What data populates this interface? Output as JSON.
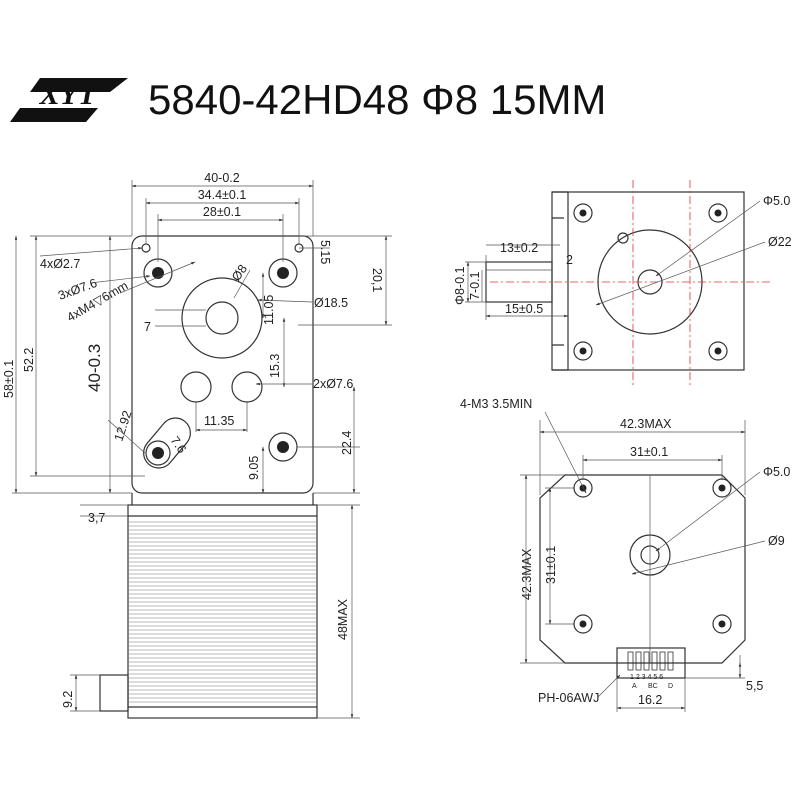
{
  "header": {
    "logo_text": "XYT",
    "title": "5840-42HD48 Φ8 15MM"
  },
  "front_view": {
    "width_total": "40-0.2",
    "hole_spacing_w": "34.4±0.1",
    "inner_width": "28±0.1",
    "top_offset": "5.15",
    "right_height": "20,1",
    "corner_holes": "4xØ2.7",
    "big_holes": "3xØ7.6",
    "thread_holes": "4xM4▽6mm",
    "shaft_dia": "Ø8",
    "boss_dia": "Ø18.5",
    "offset_v": "11.05",
    "offset_7": "7",
    "offset_15_3": "15.3",
    "small_holes": "2xØ7.6",
    "spacing_11_35": "11.35",
    "slot_width": "7.6",
    "slot_length": "12.92",
    "height_40": "40-0.3",
    "height_52": "52.2",
    "height_58": "58±0.1",
    "bottom_offset": "9.05",
    "height_22_4": "22.4",
    "flange_thk": "3,7",
    "motor_len": "48MAX",
    "connector_h": "9.2"
  },
  "side_view": {
    "shaft_len": "13±0.2",
    "flat_depth": "2",
    "shaft_dia": "Φ8-0.1",
    "flat": "7-0.1",
    "shaft_total": "15±0.5",
    "hole_dia": "Φ5.0",
    "boss_dia": "Ø22"
  },
  "motor_view": {
    "thread": "4-M3 3.5MIN",
    "width": "42.3MAX",
    "hole_spacing": "31±0.1",
    "shaft_hole": "Φ5.0",
    "boss": "Ø9",
    "height": "42.3MAX",
    "hole_spacing_v": "31±0.1",
    "connector": "PH-06AWJ",
    "pins": "1 2 3 4 5 6",
    "pins_phase_a": "A",
    "pins_phase_bc": "BC",
    "pins_phase_d": "D",
    "conn_width": "16.2",
    "conn_offset": "5,5"
  }
}
